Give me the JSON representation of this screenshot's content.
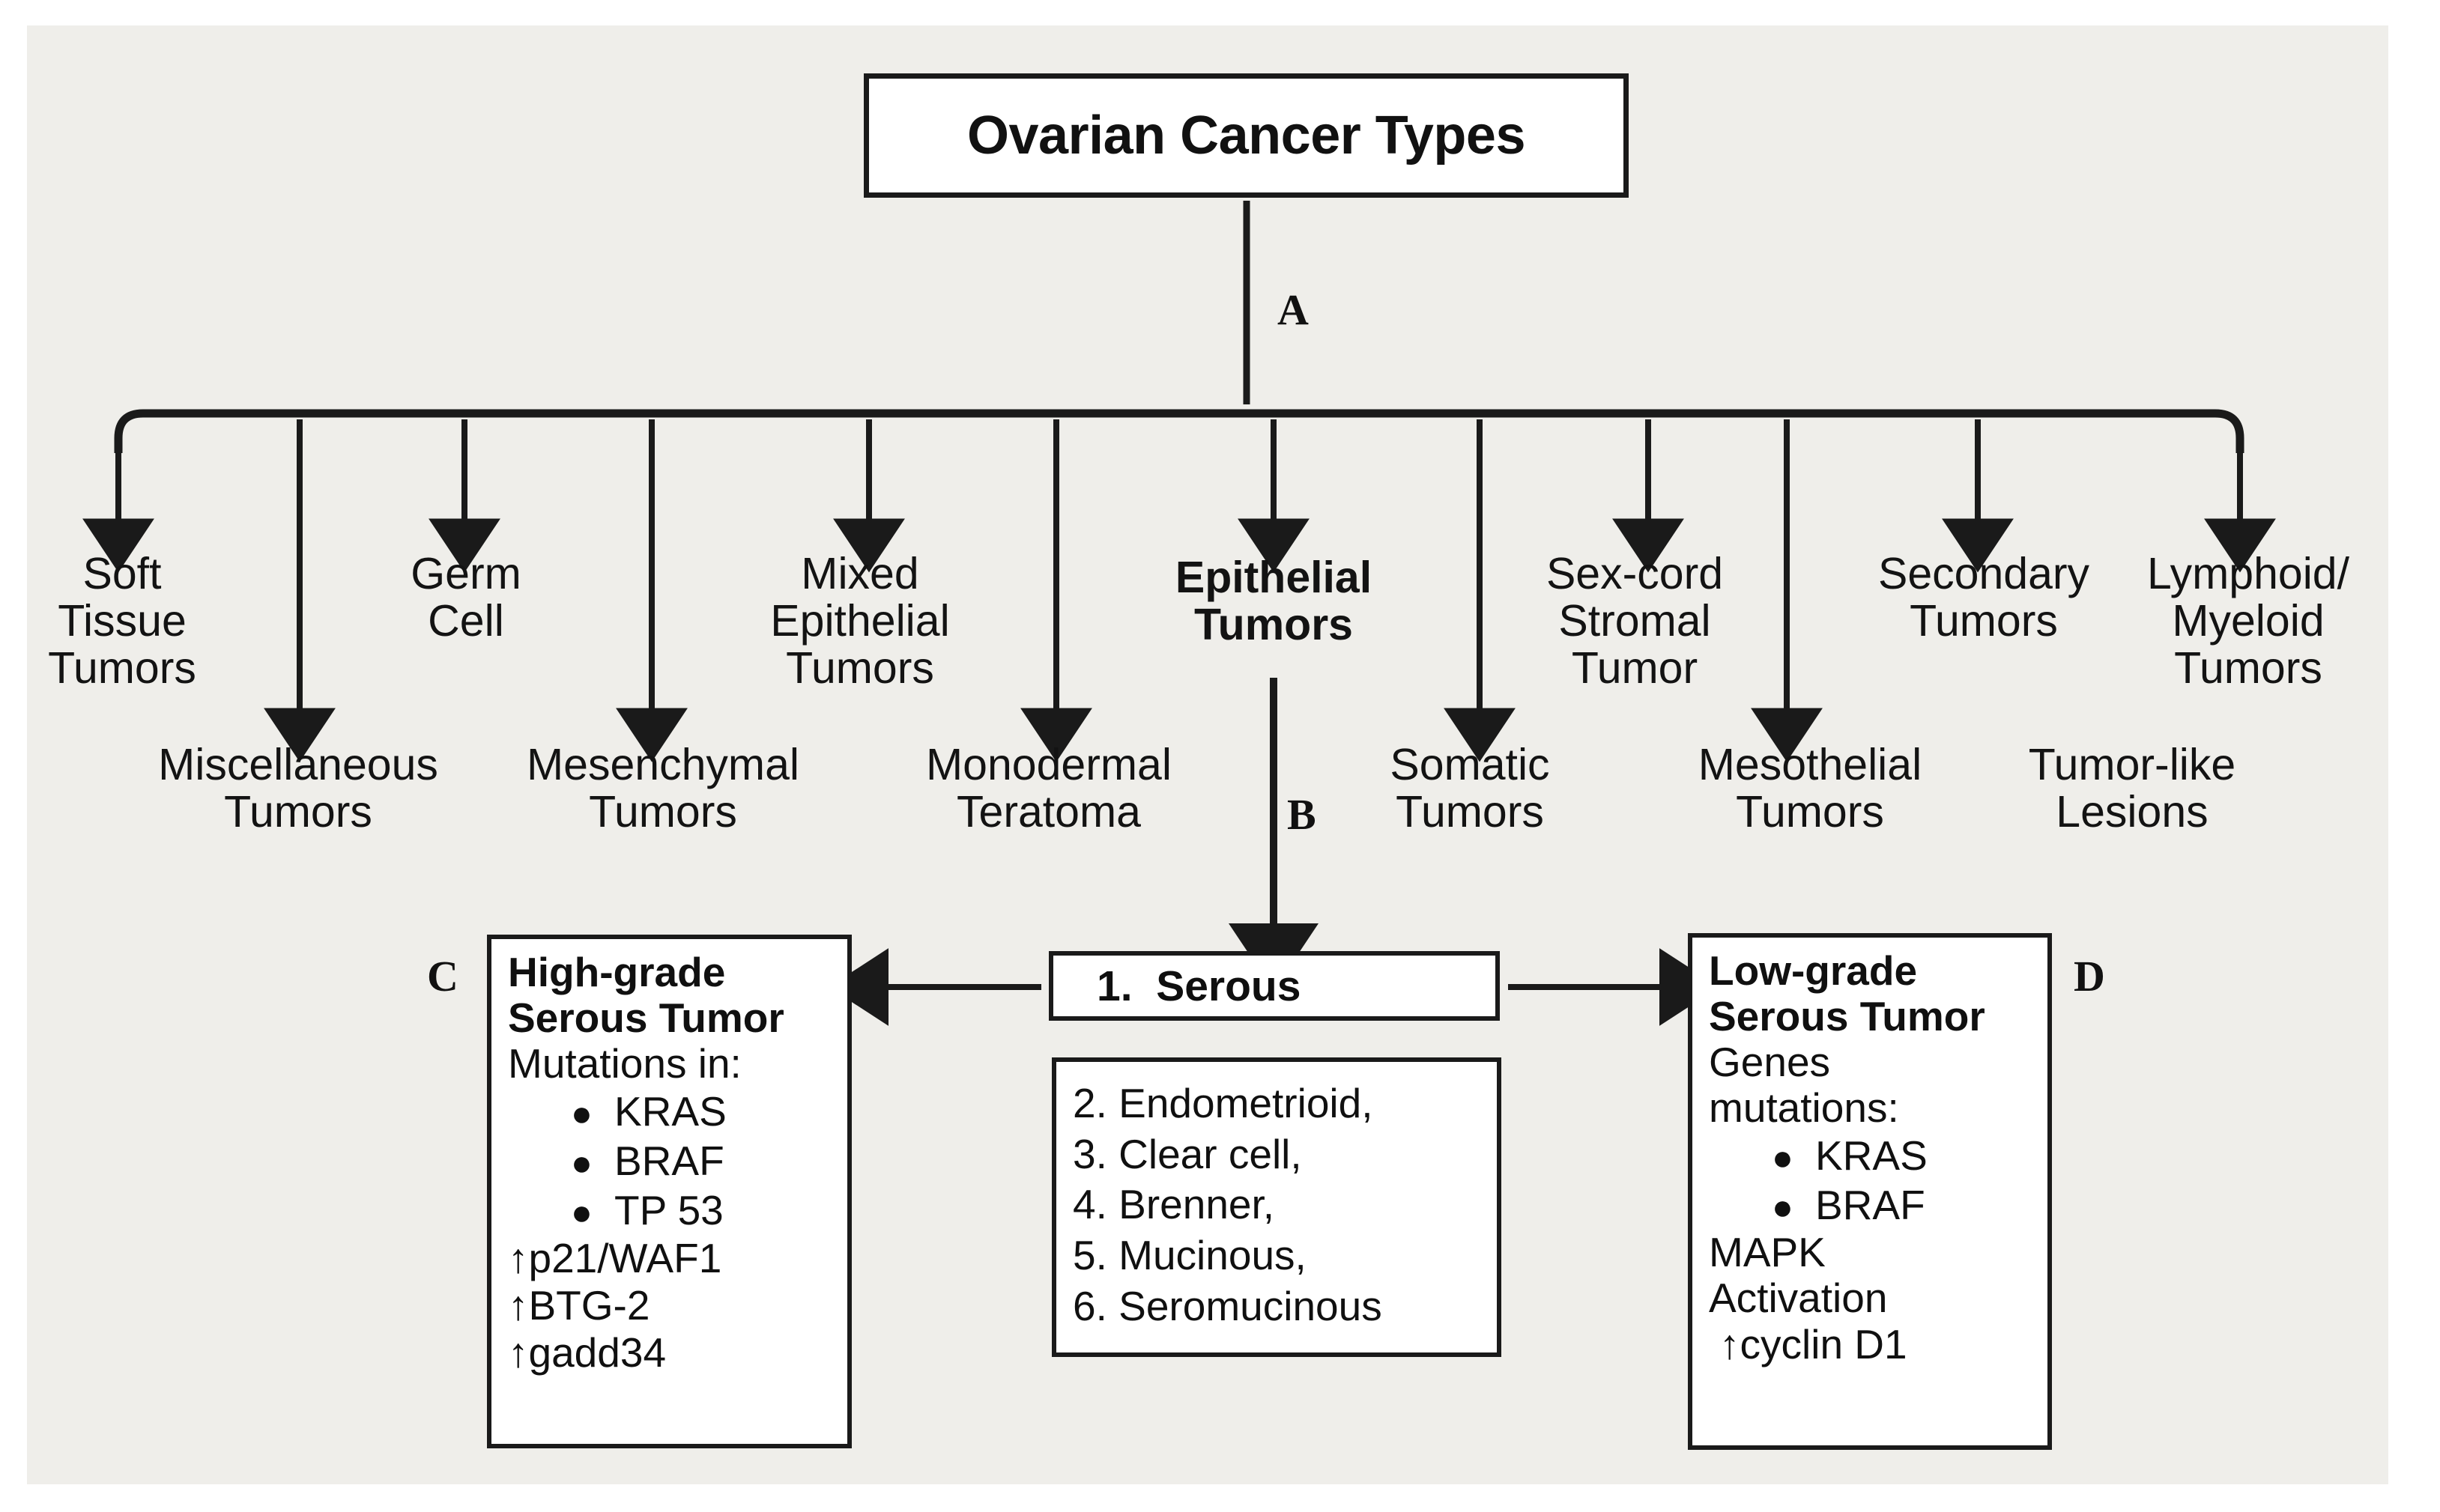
{
  "figure": {
    "background_color": "#efeeea",
    "box_fill": "#ffffff",
    "line_color": "#1a1a1a",
    "text_color": "#111111"
  },
  "title": {
    "label": "Ovarian Cancer Types"
  },
  "markers": {
    "a": "A",
    "b": "B",
    "c": "C",
    "d": "D"
  },
  "branches": {
    "upper_row": [
      {
        "label": "Soft\nTissue\nTumors",
        "bold": false
      },
      {
        "label": "Germ\nCell",
        "bold": false
      },
      {
        "label": "Mixed\nEpithelial\nTumors",
        "bold": false
      },
      {
        "label": "Epithelial\nTumors",
        "bold": true
      },
      {
        "label": "Sex-cord\nStromal\nTumor",
        "bold": false
      },
      {
        "label": "Secondary\nTumors",
        "bold": false
      },
      {
        "label": "Lymphoid/\nMyeloid\nTumors",
        "bold": false
      }
    ],
    "lower_row": [
      {
        "label": "Miscellaneous\nTumors"
      },
      {
        "label": "Mesenchymal\nTumors"
      },
      {
        "label": "Monodermal\nTeratoma"
      },
      {
        "label": "Somatic\nTumors"
      },
      {
        "label": "Mesothelial\nTumors"
      },
      {
        "label": "Tumor-like\nLesions"
      }
    ]
  },
  "serous_box": {
    "label": "1.  Serous"
  },
  "epithelial_subtypes": {
    "items": [
      "2. Endometrioid,",
      "3. Clear cell,",
      "4. Brenner,",
      "5. Mucinous,",
      "6. Seromucinous"
    ]
  },
  "high_grade_box": {
    "title": "High-grade\nSerous Tumor",
    "subtitle": "Mutations in:",
    "bullets": [
      "KRAS",
      "BRAF",
      "TP 53"
    ],
    "regulated": [
      "↑p21/WAF1",
      "↑BTG-2",
      "↑gadd34"
    ],
    "bullet_glyph": "●"
  },
  "low_grade_box": {
    "title": "Low-grade\nSerous Tumor",
    "subtitle": "Genes\nmutations:",
    "bullets": [
      "KRAS",
      "BRAF"
    ],
    "pathway": "MAPK\nActivation",
    "regulated": [
      "↑cyclin D1"
    ],
    "bullet_glyph": "●"
  }
}
